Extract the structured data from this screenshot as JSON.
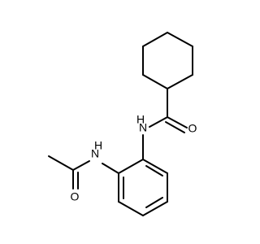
{
  "molecule": {
    "atoms": {
      "nh_amide": "N",
      "h_amide": "H",
      "o_amide": "O",
      "nh_acetamide": "N",
      "h_acetamide": "H",
      "o_acetamide": "O"
    }
  }
}
